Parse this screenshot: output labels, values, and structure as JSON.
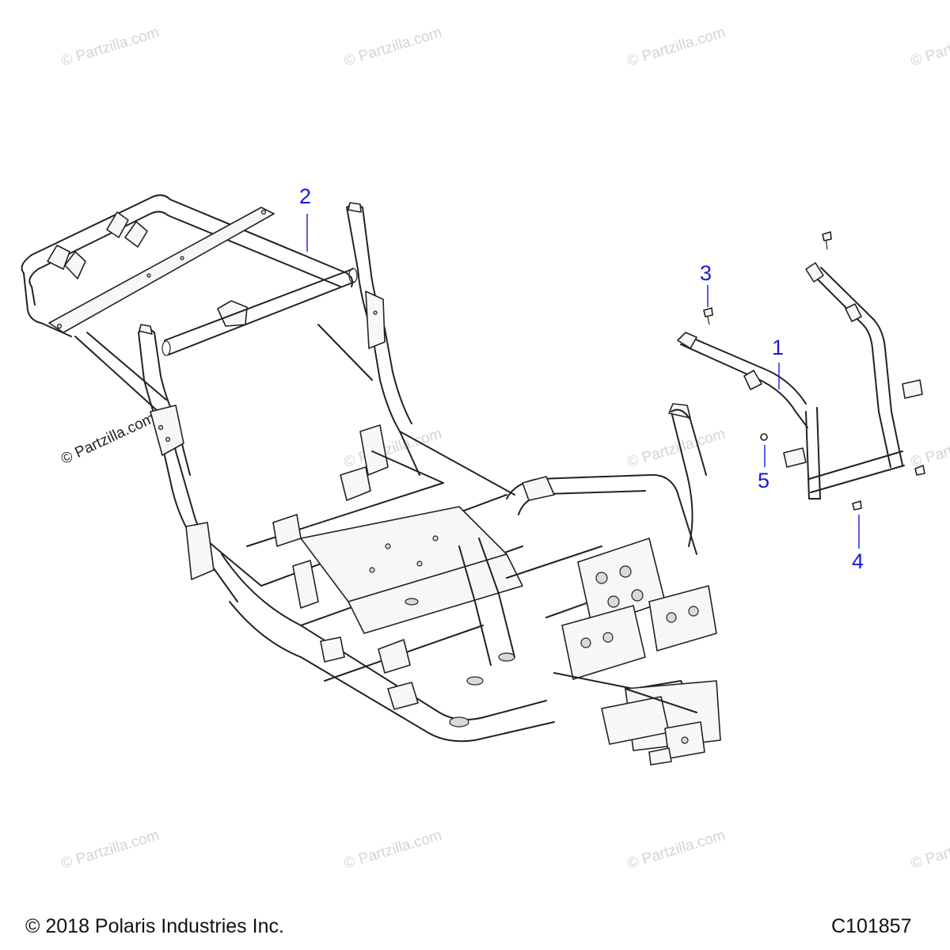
{
  "watermark_text": "© Partzilla.com",
  "callouts": {
    "c1": "1",
    "c2": "2",
    "c3": "3",
    "c4": "4",
    "c5": "5"
  },
  "footer": {
    "copyright": "© 2018 Polaris Industries Inc.",
    "diagram_code": "C101857"
  },
  "colors": {
    "callout": "#1a1ad6",
    "line": "#222222",
    "watermark": "#d4d4d4"
  }
}
